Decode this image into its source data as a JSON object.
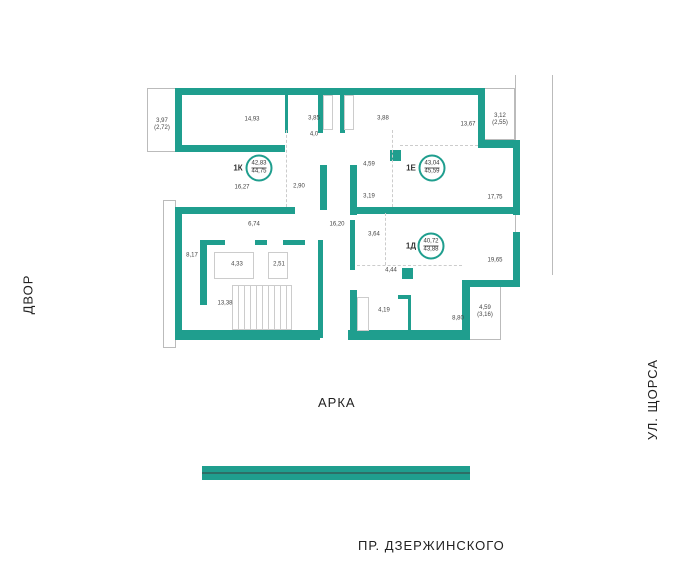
{
  "streets": {
    "yard": "ДВОР",
    "arch": "АРКА",
    "shorsa": "УЛ. ЩОРСА",
    "dzerzhinskogo": "ПР. ДЗЕРЖИНСКОГО"
  },
  "apartments": [
    {
      "label": "1К",
      "area_living": "42,83",
      "area_total": "44,75"
    },
    {
      "label": "1Е",
      "area_living": "43,04",
      "area_total": "45,59"
    },
    {
      "label": "1Д",
      "area_living": "40,72",
      "area_total": "43,88"
    }
  ],
  "rooms": {
    "balcony_left": "3,97\n(2,72)",
    "r1493": "14,93",
    "r385": "3,85",
    "r40": "4,0",
    "r388": "3,88",
    "r1367": "13,67",
    "balcony_right_top": "3,12\n(2,55)",
    "r1627": "16,27",
    "r290": "2,90",
    "r459": "4,59",
    "r319": "3,19",
    "r1775": "17,75",
    "r674": "6,74",
    "r1620": "16,20",
    "r817": "8,17",
    "r433": "4,33",
    "r251": "2,51",
    "r1338": "13,38",
    "r364": "3,64",
    "r444": "4,44",
    "r1965": "19,65",
    "r419": "4,19",
    "r880": "8,80",
    "balcony_right_bottom": "4,59\n(3,16)"
  },
  "colors": {
    "wall": "#1f9e8e"
  }
}
